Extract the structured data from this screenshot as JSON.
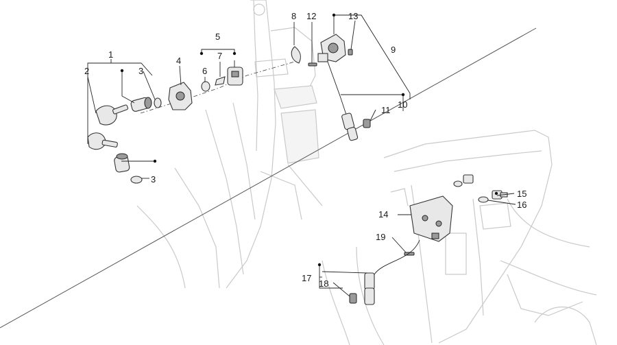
{
  "callouts": {
    "c1": "1",
    "c2": "2",
    "c3a": "3",
    "c3b": "3",
    "c4": "4",
    "c5": "5",
    "c6": "6",
    "c7": "7",
    "c8": "8",
    "c9": "9",
    "c10": "10",
    "c11": "11",
    "c12": "12",
    "c13": "13",
    "c14": "14",
    "c15": "15",
    "c16": "16",
    "c17": "17",
    "c18": "18",
    "c19": "19"
  }
}
